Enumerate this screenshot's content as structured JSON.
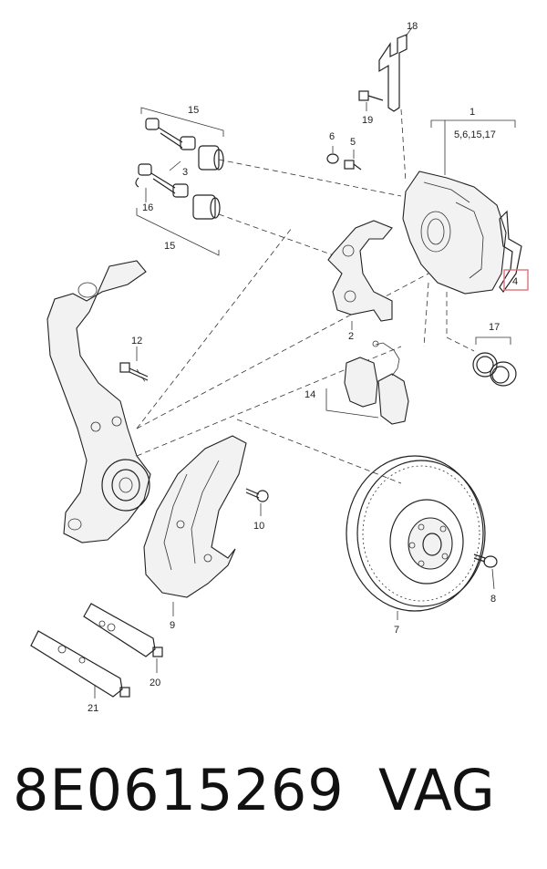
{
  "labels": {
    "l1": "1",
    "l1_sub": "5,6,15,17",
    "l2": "2",
    "l3": "3",
    "l4": "4",
    "l5": "5",
    "l6": "6",
    "l7": "7",
    "l8": "8",
    "l9": "9",
    "l10": "10",
    "l12": "12",
    "l14": "14",
    "l15a": "15",
    "l15b": "15",
    "l16": "16",
    "l17": "17",
    "l18": "18",
    "l19": "19",
    "l20": "20",
    "l21": "21"
  },
  "highlight_color": "#e0707a",
  "footer": {
    "part_number": "8E0615269",
    "brand": "VAG"
  }
}
